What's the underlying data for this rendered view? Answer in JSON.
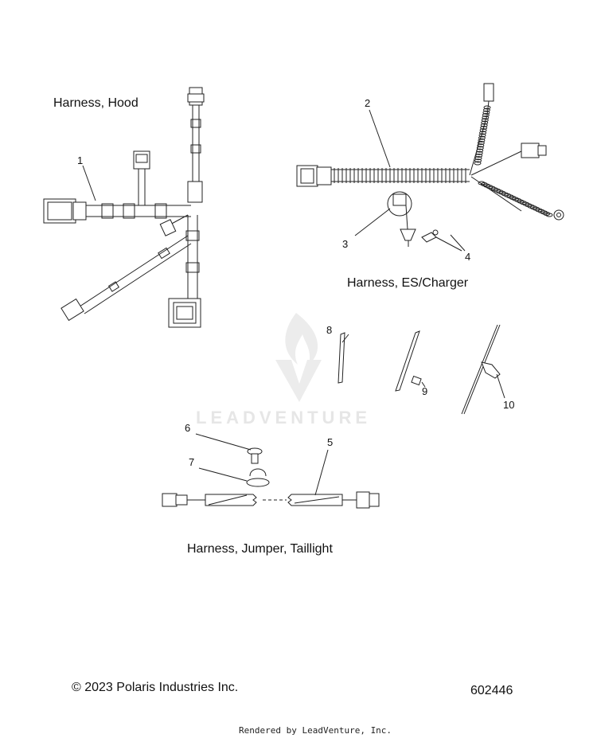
{
  "sections": {
    "hood": "Harness, Hood",
    "es_charger": "Harness, ES/Charger",
    "jumper": "Harness, Jumper, Taillight"
  },
  "callouts": [
    "1",
    "2",
    "3",
    "4",
    "5",
    "6",
    "7",
    "8",
    "9",
    "10"
  ],
  "watermark": "LEADVENTURE",
  "footer": {
    "copyright": "© 2023 Polaris Industries Inc.",
    "diagram_number": "602446",
    "rendered_by": "Rendered by LeadVenture, Inc."
  }
}
